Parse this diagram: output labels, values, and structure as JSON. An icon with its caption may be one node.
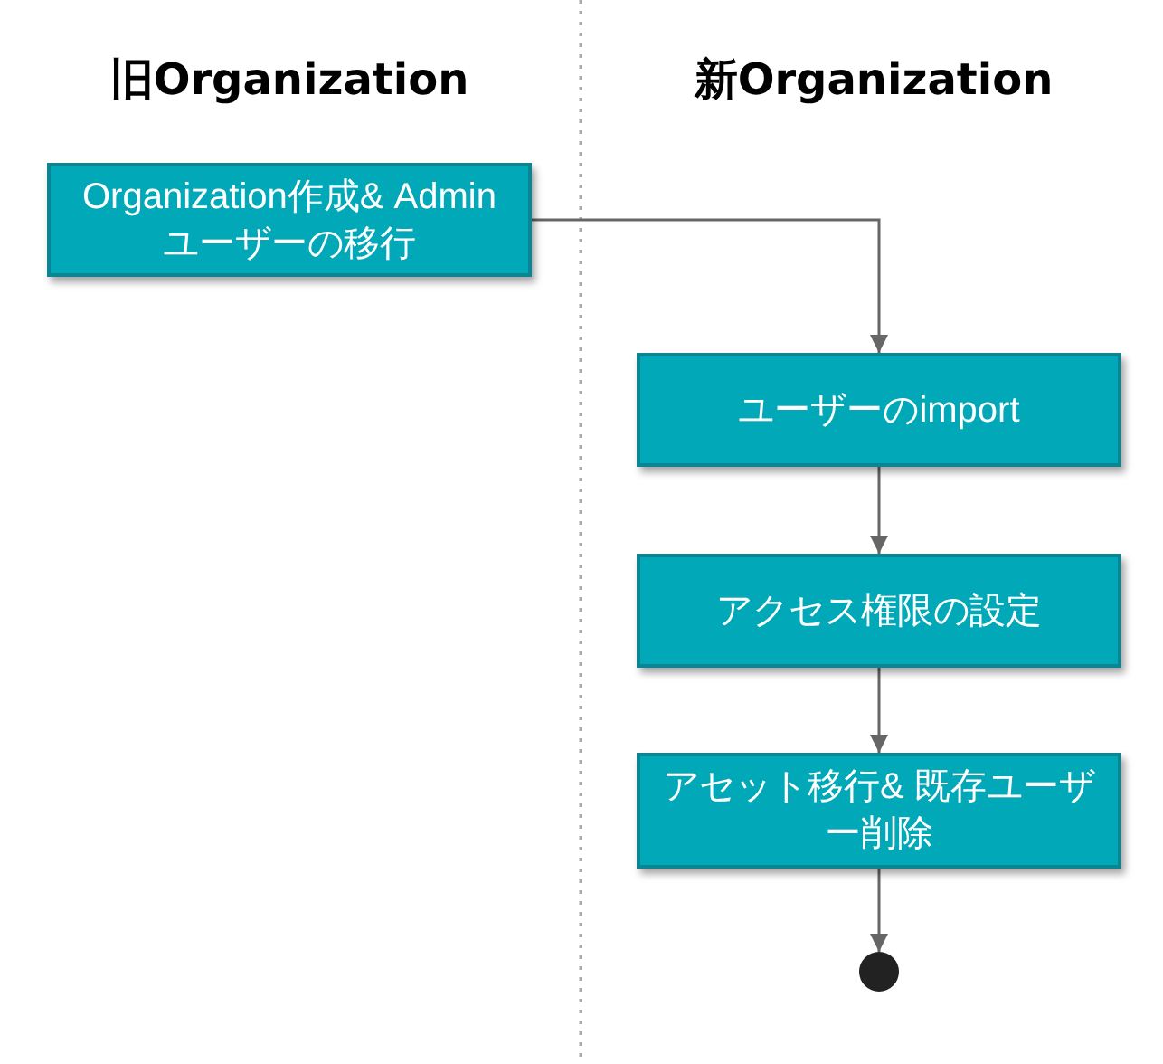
{
  "diagram": {
    "nodes": [
      {
        "text": [
          "Organization作成& Adminユーザーの移行"
        ]
      },
      {
        "text": [
          "ユーザーのimport"
        ]
      },
      {
        "text": [
          "アクセス権限の設定"
        ]
      },
      {
        "text": [
          "アセット移行& 既存ユーザー削除"
        ]
      },
      {
        "text": [],
        "shape": "circle"
      }
    ],
    "edges": [
      {
        "from": 0,
        "to": 1,
        "arrow": "to"
      },
      {
        "from": 1,
        "to": 2,
        "arrow": "to"
      },
      {
        "from": 2,
        "to": 3,
        "arrow": "to"
      },
      {
        "from": 3,
        "to": 4,
        "arrow": "to"
      }
    ],
    "labels": [
      "旧Organization",
      "新Organization"
    ]
  }
}
